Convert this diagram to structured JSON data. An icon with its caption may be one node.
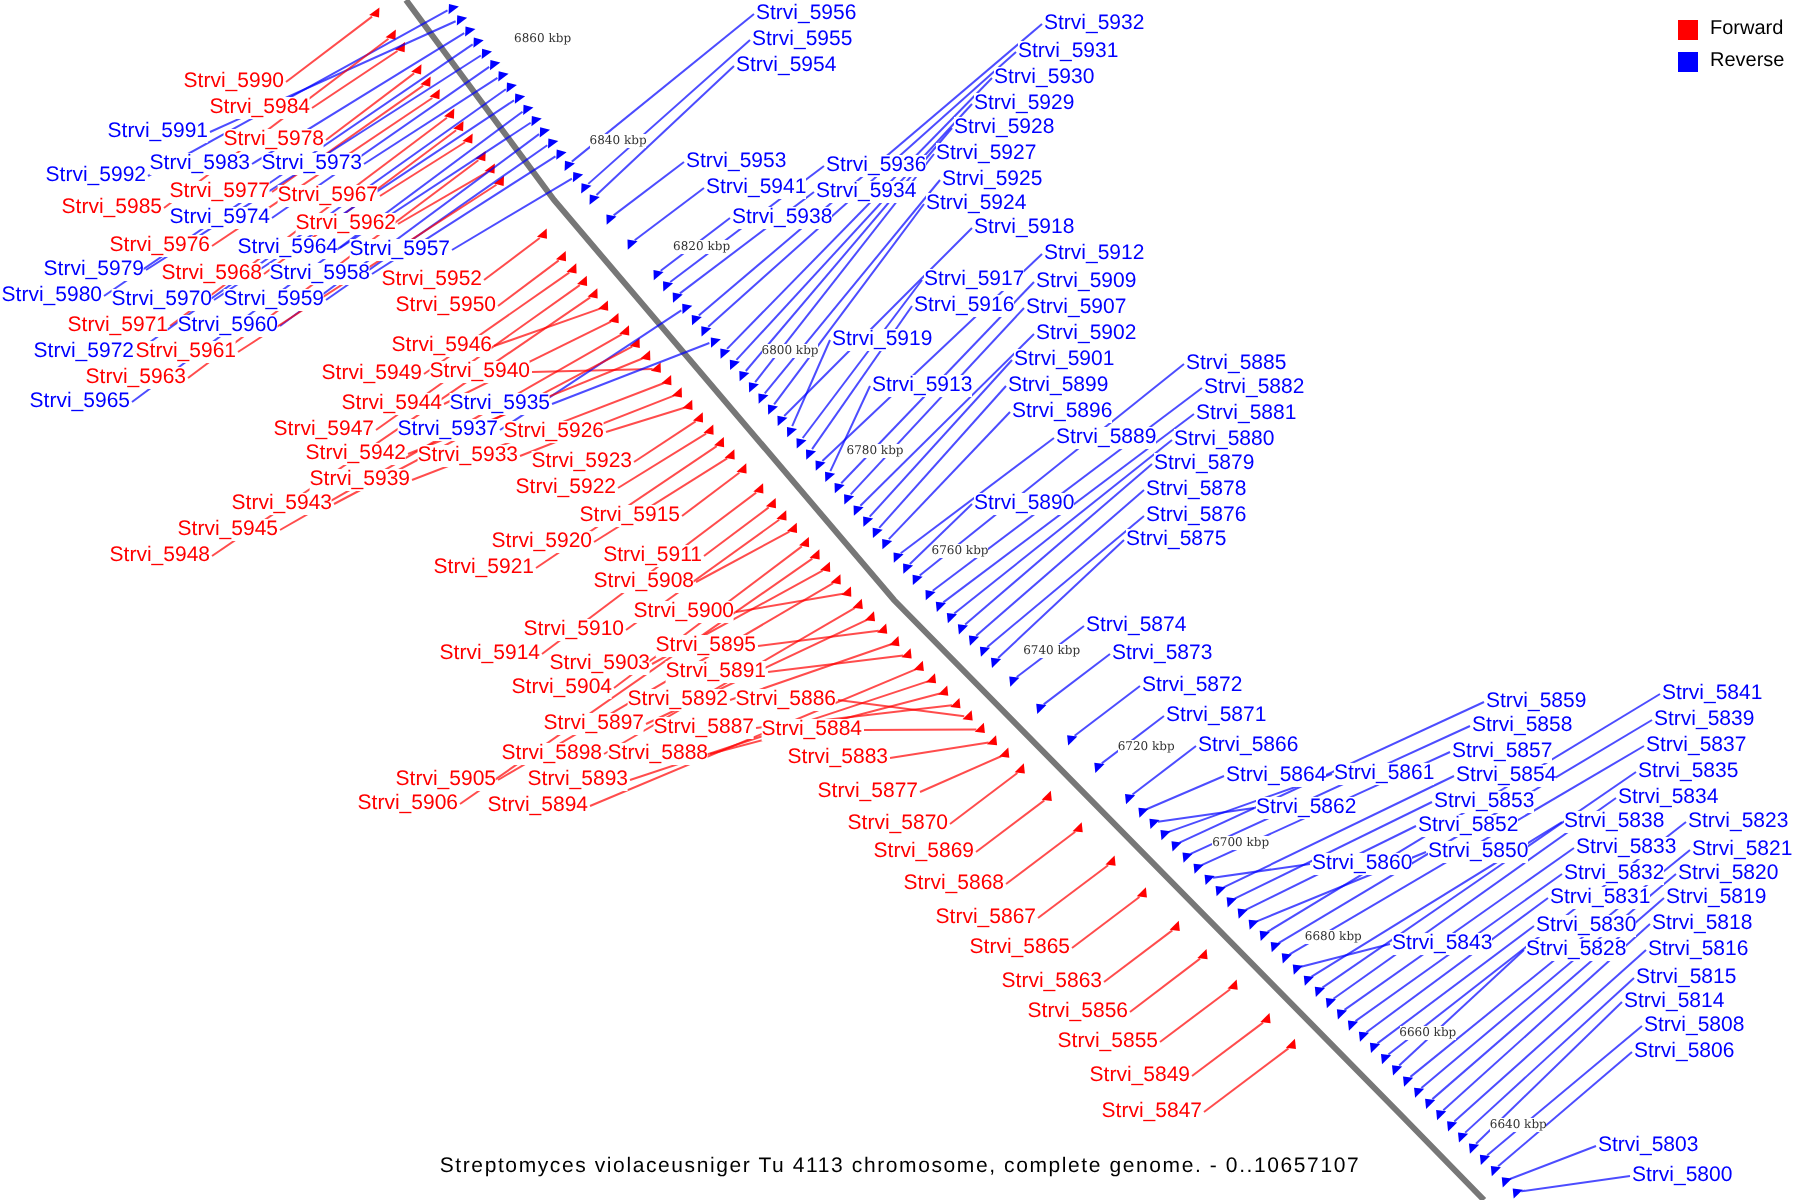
{
  "diagram": {
    "caption": "Streptomyces violaceusniger Tu 4113 chromosome, complete genome. - 0..10657107",
    "nodes": [
      {
        "text": [
          "Strvi_5990"
        ]
      },
      {
        "text": [
          "Strvi_5984"
        ]
      },
      {
        "text": [
          "Strvi_5991"
        ]
      },
      {
        "text": [
          "Strvi_5978"
        ]
      },
      {
        "text": [
          "Strvi_5983"
        ]
      },
      {
        "text": [
          "Strvi_5973"
        ]
      },
      {
        "text": [
          "Strvi_5992"
        ]
      },
      {
        "text": [
          "Strvi_5977"
        ]
      },
      {
        "text": [
          "Strvi_5967"
        ]
      },
      {
        "text": [
          "Strvi_5985"
        ]
      },
      {
        "text": [
          "Strvi_5974"
        ]
      },
      {
        "text": [
          "Strvi_5962"
        ]
      },
      {
        "text": [
          "Strvi_5976"
        ]
      },
      {
        "text": [
          "Strvi_5964"
        ]
      },
      {
        "text": [
          "Strvi_5957"
        ]
      },
      {
        "text": [
          "Strvi_5979"
        ]
      },
      {
        "text": [
          "Strvi_5968"
        ]
      },
      {
        "text": [
          "Strvi_5958"
        ]
      },
      {
        "text": [
          "Strvi_5952"
        ]
      },
      {
        "text": [
          "Strvi_5980"
        ]
      },
      {
        "text": [
          "Strvi_5970"
        ]
      },
      {
        "text": [
          "Strvi_5959"
        ]
      },
      {
        "text": [
          "Strvi_5950"
        ]
      },
      {
        "text": [
          "Strvi_5971"
        ]
      },
      {
        "text": [
          "Strvi_5960"
        ]
      },
      {
        "text": [
          "Strvi_5946"
        ]
      },
      {
        "text": [
          "Strvi_5972"
        ]
      },
      {
        "text": [
          "Strvi_5961"
        ]
      },
      {
        "text": [
          "Strvi_5949"
        ]
      },
      {
        "text": [
          "Strvi_5940"
        ]
      },
      {
        "text": [
          "Strvi_5963"
        ]
      },
      {
        "text": [
          "Strvi_5965"
        ]
      },
      {
        "text": [
          "Strvi_5944"
        ]
      },
      {
        "text": [
          "Strvi_5935"
        ]
      },
      {
        "text": [
          "Strvi_5947"
        ]
      },
      {
        "text": [
          "Strvi_5937"
        ]
      },
      {
        "text": [
          "Strvi_5926"
        ]
      },
      {
        "text": [
          "Strvi_5942"
        ]
      },
      {
        "text": [
          "Strvi_5933"
        ]
      },
      {
        "text": [
          "Strvi_5923"
        ]
      },
      {
        "text": [
          "Strvi_5939"
        ]
      },
      {
        "text": [
          "Strvi_5922"
        ]
      },
      {
        "text": [
          "Strvi_5943"
        ]
      },
      {
        "text": [
          "Strvi_5915"
        ]
      },
      {
        "text": [
          "Strvi_5945"
        ]
      },
      {
        "text": [
          "Strvi_5920"
        ]
      },
      {
        "text": [
          "Strvi_5948"
        ]
      },
      {
        "text": [
          "Strvi_5911"
        ]
      },
      {
        "text": [
          "Strvi_5921"
        ]
      },
      {
        "text": [
          "Strvi_5908"
        ]
      },
      {
        "text": [
          "Strvi_5900"
        ]
      },
      {
        "text": [
          "Strvi_5910"
        ]
      },
      {
        "text": [
          "Strvi_5895"
        ]
      },
      {
        "text": [
          "Strvi_5914"
        ]
      },
      {
        "text": [
          "Strvi_5903"
        ]
      },
      {
        "text": [
          "Strvi_5891"
        ]
      },
      {
        "text": [
          "Strvi_5904"
        ]
      },
      {
        "text": [
          "Strvi_5892"
        ]
      },
      {
        "text": [
          "Strvi_5886"
        ]
      },
      {
        "text": [
          "Strvi_5897"
        ]
      },
      {
        "text": [
          "Strvi_5887"
        ]
      },
      {
        "text": [
          "Strvi_5884"
        ]
      },
      {
        "text": [
          "Strvi_5898"
        ]
      },
      {
        "text": [
          "Strvi_5888"
        ]
      },
      {
        "text": [
          "Strvi_5883"
        ]
      },
      {
        "text": [
          "Strvi_5905"
        ]
      },
      {
        "text": [
          "Strvi_5893"
        ]
      },
      {
        "text": [
          "Strvi_5877"
        ]
      },
      {
        "text": [
          "Strvi_5906"
        ]
      },
      {
        "text": [
          "Strvi_5894"
        ]
      },
      {
        "text": [
          "Strvi_5870"
        ]
      },
      {
        "text": [
          "Strvi_5869"
        ]
      },
      {
        "text": [
          "Strvi_5868"
        ]
      },
      {
        "text": [
          "Strvi_5867"
        ]
      },
      {
        "text": [
          "Strvi_5865"
        ]
      },
      {
        "text": [
          "Strvi_5863"
        ]
      },
      {
        "text": [
          "Strvi_5856"
        ]
      },
      {
        "text": [
          "Strvi_5855"
        ]
      },
      {
        "text": [
          "Strvi_5849"
        ]
      },
      {
        "text": [
          "Strvi_5847"
        ]
      },
      {
        "text": [
          "Strvi_5956"
        ]
      },
      {
        "text": [
          "Strvi_5955"
        ]
      },
      {
        "text": [
          "Strvi_5954"
        ]
      },
      {
        "text": [
          "Strvi_5932"
        ]
      },
      {
        "text": [
          "Strvi_5931"
        ]
      },
      {
        "text": [
          "Strvi_5930"
        ]
      },
      {
        "text": [
          "Strvi_5929"
        ]
      },
      {
        "text": [
          "Strvi_5928"
        ]
      },
      {
        "text": [
          "Strvi_5927"
        ]
      },
      {
        "text": [
          "Strvi_5953"
        ]
      },
      {
        "text": [
          "Strvi_5936"
        ]
      },
      {
        "text": [
          "Strvi_5925"
        ]
      },
      {
        "text": [
          "Strvi_5941"
        ]
      },
      {
        "text": [
          "Strvi_5934"
        ]
      },
      {
        "text": [
          "Strvi_5924"
        ]
      },
      {
        "text": [
          "Strvi_5938"
        ]
      },
      {
        "text": [
          "Strvi_5918"
        ]
      },
      {
        "text": [
          "Strvi_5912"
        ]
      },
      {
        "text": [
          "Strvi_5917"
        ]
      },
      {
        "text": [
          "Strvi_5909"
        ]
      },
      {
        "text": [
          "Strvi_5916"
        ]
      },
      {
        "text": [
          "Strvi_5907"
        ]
      },
      {
        "text": [
          "Strvi_5902"
        ]
      },
      {
        "text": [
          "Strvi_5919"
        ]
      },
      {
        "text": [
          "Strvi_5901"
        ]
      },
      {
        "text": [
          "Strvi_5885"
        ]
      },
      {
        "text": [
          "Strvi_5913"
        ]
      },
      {
        "text": [
          "Strvi_5899"
        ]
      },
      {
        "text": [
          "Strvi_5882"
        ]
      },
      {
        "text": [
          "Strvi_5896"
        ]
      },
      {
        "text": [
          "Strvi_5881"
        ]
      },
      {
        "text": [
          "Strvi_5889"
        ]
      },
      {
        "text": [
          "Strvi_5880"
        ]
      },
      {
        "text": [
          "Strvi_5879"
        ]
      },
      {
        "text": [
          "Strvi_5878"
        ]
      },
      {
        "text": [
          "Strvi_5890"
        ]
      },
      {
        "text": [
          "Strvi_5876"
        ]
      },
      {
        "text": [
          "Strvi_5875"
        ]
      },
      {
        "text": [
          "Strvi_5874"
        ]
      },
      {
        "text": [
          "Strvi_5873"
        ]
      },
      {
        "text": [
          "Strvi_5872"
        ]
      },
      {
        "text": [
          "Strvi_5841"
        ]
      },
      {
        "text": [
          "Strvi_5859"
        ]
      },
      {
        "text": [
          "Strvi_5871"
        ]
      },
      {
        "text": [
          "Strvi_5839"
        ]
      },
      {
        "text": [
          "Strvi_5858"
        ]
      },
      {
        "text": [
          "Strvi_5866"
        ]
      },
      {
        "text": [
          "Strvi_5837"
        ]
      },
      {
        "text": [
          "Strvi_5857"
        ]
      },
      {
        "text": [
          "Strvi_5835"
        ]
      },
      {
        "text": [
          "Strvi_5864"
        ]
      },
      {
        "text": [
          "Strvi_5861"
        ]
      },
      {
        "text": [
          "Strvi_5854"
        ]
      },
      {
        "text": [
          "Strvi_5834"
        ]
      },
      {
        "text": [
          "Strvi_5853"
        ]
      },
      {
        "text": [
          "Strvi_5862"
        ]
      },
      {
        "text": [
          "Strvi_5838"
        ]
      },
      {
        "text": [
          "Strvi_5823"
        ]
      },
      {
        "text": [
          "Strvi_5852"
        ]
      },
      {
        "text": [
          "Strvi_5833"
        ]
      },
      {
        "text": [
          "Strvi_5821"
        ]
      },
      {
        "text": [
          "Strvi_5850"
        ]
      },
      {
        "text": [
          "Strvi_5860"
        ]
      },
      {
        "text": [
          "Strvi_5832"
        ]
      },
      {
        "text": [
          "Strvi_5820"
        ]
      },
      {
        "text": [
          "Strvi_5831"
        ]
      },
      {
        "text": [
          "Strvi_5819"
        ]
      },
      {
        "text": [
          "Strvi_5830"
        ]
      },
      {
        "text": [
          "Strvi_5818"
        ]
      },
      {
        "text": [
          "Strvi_5843"
        ]
      },
      {
        "text": [
          "Strvi_5828"
        ]
      },
      {
        "text": [
          "Strvi_5816"
        ]
      },
      {
        "text": [
          "Strvi_5815"
        ]
      },
      {
        "text": [
          "Strvi_5814"
        ]
      },
      {
        "text": [
          "Strvi_5808"
        ]
      },
      {
        "text": [
          "Strvi_5806"
        ]
      },
      {
        "text": [
          "Strvi_5803"
        ]
      },
      {
        "text": [
          "Strvi_5800"
        ]
      },
      {
        "text": [],
        "shape": "triangle"
      },
      {
        "text": [],
        "shape": "triangle"
      },
      {
        "text": [],
        "shape": "triangle"
      },
      {
        "text": [],
        "shape": "triangle"
      },
      {
        "text": [],
        "shape": "triangle"
      },
      {
        "text": [],
        "shape": "triangle"
      },
      {
        "text": [],
        "shape": "triangle"
      },
      {
        "text": [],
        "shape": "triangle"
      },
      {
        "text": [],
        "shape": "triangle"
      },
      {
        "text": [],
        "shape": "triangle"
      },
      {
        "text": [],
        "shape": "triangle"
      },
      {
        "text": [],
        "shape": "triangle"
      },
      {
        "text": [],
        "shape": "triangle"
      },
      {
        "text": [],
        "shape": "triangle"
      },
      {
        "text": [],
        "shape": "triangle"
      },
      {
        "text": [],
        "shape": "triangle"
      },
      {
        "text": [],
        "shape": "triangle"
      },
      {
        "text": [],
        "shape": "triangle"
      },
      {
        "text": [],
        "shape": "triangle"
      },
      {
        "text": [],
        "shape": "triangle"
      },
      {
        "text": [],
        "shape": "triangle"
      },
      {
        "text": [],
        "shape": "triangle"
      },
      {
        "text": [],
        "shape": "triangle"
      },
      {
        "text": [],
        "shape": "triangle"
      },
      {
        "text": [],
        "shape": "triangle"
      },
      {
        "text": [],
        "shape": "triangle"
      },
      {
        "text": [],
        "shape": "triangle"
      },
      {
        "text": [],
        "shape": "triangle"
      },
      {
        "text": [],
        "shape": "triangle"
      },
      {
        "text": [],
        "shape": "triangle"
      },
      {
        "text": [],
        "shape": "triangle"
      },
      {
        "text": [],
        "shape": "triangle"
      },
      {
        "text": [],
        "shape": "triangle"
      },
      {
        "text": [],
        "shape": "triangle"
      },
      {
        "text": [],
        "shape": "triangle"
      },
      {
        "text": [],
        "shape": "triangle"
      },
      {
        "text": [],
        "shape": "triangle"
      },
      {
        "text": [],
        "shape": "triangle"
      },
      {
        "text": [],
        "shape": "triangle"
      },
      {
        "text": [],
        "shape": "triangle"
      },
      {
        "text": [],
        "shape": "triangle"
      },
      {
        "text": [],
        "shape": "triangle"
      },
      {
        "text": [],
        "shape": "triangle"
      },
      {
        "text": [],
        "shape": "triangle"
      },
      {
        "text": [],
        "shape": "triangle"
      },
      {
        "text": [],
        "shape": "triangle"
      },
      {
        "text": [],
        "shape": "triangle"
      },
      {
        "text": [],
        "shape": "triangle"
      },
      {
        "text": [],
        "shape": "triangle"
      },
      {
        "text": [],
        "shape": "triangle"
      },
      {
        "text": [],
        "shape": "triangle"
      },
      {
        "text": [],
        "shape": "triangle"
      },
      {
        "text": [],
        "shape": "triangle"
      },
      {
        "text": [],
        "shape": "triangle"
      },
      {
        "text": [],
        "shape": "triangle"
      },
      {
        "text": [],
        "shape": "triangle"
      },
      {
        "text": [],
        "shape": "triangle"
      },
      {
        "text": [],
        "shape": "triangle"
      },
      {
        "text": [],
        "shape": "triangle"
      },
      {
        "text": [],
        "shape": "triangle"
      },
      {
        "text": [],
        "shape": "triangle"
      },
      {
        "text": [],
        "shape": "triangle"
      },
      {
        "text": [],
        "shape": "triangle"
      },
      {
        "text": [],
        "shape": "triangle"
      },
      {
        "text": [],
        "shape": "triangle"
      },
      {
        "text": [],
        "shape": "triangle"
      },
      {
        "text": [],
        "shape": "triangle"
      },
      {
        "text": [],
        "shape": "triangle"
      },
      {
        "text": [],
        "shape": "triangle"
      },
      {
        "text": [],
        "shape": "triangle"
      },
      {
        "text": [],
        "shape": "triangle"
      },
      {
        "text": [],
        "shape": "triangle"
      },
      {
        "text": [],
        "shape": "triangle"
      },
      {
        "text": [],
        "shape": "triangle"
      },
      {
        "text": [],
        "shape": "triangle"
      },
      {
        "text": [],
        "shape": "triangle"
      },
      {
        "text": [],
        "shape": "triangle"
      },
      {
        "text": [],
        "shape": "triangle"
      },
      {
        "text": [],
        "shape": "triangle"
      },
      {
        "text": [],
        "shape": "triangle"
      },
      {
        "text": [],
        "shape": "triangle"
      },
      {
        "text": [],
        "shape": "triangle"
      },
      {
        "text": [],
        "shape": "triangle"
      },
      {
        "text": [],
        "shape": "triangle"
      },
      {
        "text": [],
        "shape": "triangle"
      },
      {
        "text": [],
        "shape": "triangle"
      },
      {
        "text": [],
        "shape": "triangle"
      },
      {
        "text": [],
        "shape": "triangle"
      },
      {
        "text": [],
        "shape": "triangle"
      },
      {
        "text": [],
        "shape": "triangle"
      },
      {
        "text": [],
        "shape": "triangle"
      },
      {
        "text": [],
        "shape": "triangle"
      },
      {
        "text": [],
        "shape": "triangle"
      },
      {
        "text": [],
        "shape": "triangle"
      },
      {
        "text": [],
        "shape": "triangle"
      },
      {
        "text": [],
        "shape": "triangle"
      },
      {
        "text": [],
        "shape": "triangle"
      },
      {
        "text": [],
        "shape": "triangle"
      },
      {
        "text": [],
        "shape": "triangle"
      },
      {
        "text": [],
        "shape": "triangle"
      },
      {
        "text": [],
        "shape": "triangle"
      },
      {
        "text": [],
        "shape": "triangle"
      },
      {
        "text": [],
        "shape": "triangle"
      },
      {
        "text": [],
        "shape": "triangle"
      },
      {
        "text": [],
        "shape": "triangle"
      },
      {
        "text": [],
        "shape": "triangle"
      },
      {
        "text": [],
        "shape": "triangle"
      },
      {
        "text": [],
        "shape": "triangle"
      },
      {
        "text": [],
        "shape": "triangle"
      },
      {
        "text": [],
        "shape": "triangle"
      },
      {
        "text": [],
        "shape": "triangle"
      },
      {
        "text": [],
        "shape": "triangle"
      },
      {
        "text": [],
        "shape": "triangle"
      },
      {
        "text": [],
        "shape": "triangle"
      },
      {
        "text": [],
        "shape": "triangle"
      },
      {
        "text": [],
        "shape": "triangle"
      },
      {
        "text": [],
        "shape": "triangle"
      },
      {
        "text": [],
        "shape": "triangle"
      },
      {
        "text": [],
        "shape": "triangle"
      },
      {
        "text": [],
        "shape": "triangle"
      },
      {
        "text": [],
        "shape": "triangle"
      },
      {
        "text": [],
        "shape": "triangle"
      },
      {
        "text": [],
        "shape": "triangle"
      },
      {
        "text": [],
        "shape": "triangle"
      },
      {
        "text": [],
        "shape": "triangle"
      },
      {
        "text": [],
        "shape": "triangle"
      },
      {
        "text": [],
        "shape": "triangle"
      },
      {
        "text": [],
        "shape": "triangle"
      },
      {
        "text": [],
        "shape": "triangle"
      },
      {
        "text": [],
        "shape": "triangle"
      },
      {
        "text": [],
        "shape": "triangle"
      },
      {
        "text": [],
        "shape": "triangle"
      },
      {
        "text": [],
        "shape": "triangle"
      },
      {
        "text": [],
        "shape": "triangle"
      },
      {
        "text": [],
        "shape": "triangle"
      },
      {
        "text": [],
        "shape": "triangle"
      },
      {
        "text": [],
        "shape": "triangle"
      },
      {
        "text": [],
        "shape": "triangle"
      },
      {
        "text": [],
        "shape": "triangle"
      },
      {
        "text": [],
        "shape": "triangle"
      },
      {
        "text": [],
        "shape": "triangle"
      },
      {
        "text": [],
        "shape": "triangle"
      },
      {
        "text": [],
        "shape": "triangle"
      },
      {
        "text": [],
        "shape": "triangle"
      },
      {
        "text": [],
        "shape": "triangle"
      },
      {
        "text": [],
        "shape": "triangle"
      },
      {
        "text": [],
        "shape": "triangle"
      },
      {
        "text": [],
        "shape": "triangle"
      },
      {
        "text": [],
        "shape": "triangle"
      },
      {
        "text": [],
        "shape": "triangle"
      },
      {
        "text": [],
        "shape": "triangle"
      },
      {
        "text": [],
        "shape": "triangle"
      },
      {
        "text": [],
        "shape": "triangle"
      },
      {
        "text": [],
        "shape": "triangle"
      },
      {
        "text": [],
        "shape": "triangle"
      },
      {
        "text": [],
        "shape": "triangle"
      },
      {
        "text": [],
        "shape": "triangle"
      },
      {
        "text": [],
        "shape": "triangle"
      }
    ],
    "edges": [
      {
        "from": 0,
        "to": 158,
        "arrow": "none",
        "color": "#ff0000"
      },
      {
        "from": 1,
        "to": 159,
        "arrow": "none",
        "color": "#ff0000"
      },
      {
        "from": 2,
        "to": 160,
        "arrow": "none"
      },
      {
        "from": 3,
        "to": 161,
        "arrow": "none",
        "color": "#ff0000"
      },
      {
        "from": 4,
        "to": 162,
        "arrow": "none"
      },
      {
        "from": 5,
        "to": 163,
        "arrow": "none"
      },
      {
        "from": 6,
        "to": 164,
        "arrow": "none"
      },
      {
        "from": 7,
        "to": 165,
        "arrow": "none",
        "color": "#ff0000"
      },
      {
        "from": 8,
        "to": 166,
        "arrow": "none",
        "color": "#ff0000"
      },
      {
        "from": 9,
        "to": 167,
        "arrow": "none",
        "color": "#ff0000"
      },
      {
        "from": 10,
        "to": 168,
        "arrow": "none"
      },
      {
        "from": 11,
        "to": 169,
        "arrow": "none",
        "color": "#ff0000"
      },
      {
        "from": 12,
        "to": 170,
        "arrow": "none",
        "color": "#ff0000"
      },
      {
        "from": 13,
        "to": 171,
        "arrow": "none"
      },
      {
        "from": 14,
        "to": 172,
        "arrow": "none"
      },
      {
        "from": 15,
        "to": 173,
        "arrow": "none"
      },
      {
        "from": 16,
        "to": 174,
        "arrow": "none",
        "color": "#ff0000"
      },
      {
        "from": 17,
        "to": 175,
        "arrow": "none"
      },
      {
        "from": 18,
        "to": 176,
        "arrow": "none",
        "color": "#ff0000"
      },
      {
        "from": 19,
        "to": 177,
        "arrow": "none"
      },
      {
        "from": 20,
        "to": 178,
        "arrow": "none"
      },
      {
        "from": 21,
        "to": 179,
        "arrow": "none"
      },
      {
        "from": 22,
        "to": 180,
        "arrow": "none",
        "color": "#ff0000"
      },
      {
        "from": 23,
        "to": 181,
        "arrow": "none",
        "color": "#ff0000"
      },
      {
        "from": 24,
        "to": 182,
        "arrow": "none"
      },
      {
        "from": 25,
        "to": 183,
        "arrow": "none",
        "color": "#ff0000"
      },
      {
        "from": 26,
        "to": 184,
        "arrow": "none"
      },
      {
        "from": 27,
        "to": 185,
        "arrow": "none",
        "color": "#ff0000"
      },
      {
        "from": 28,
        "to": 186,
        "arrow": "none",
        "color": "#ff0000"
      },
      {
        "from": 29,
        "to": 187,
        "arrow": "none",
        "color": "#ff0000"
      },
      {
        "from": 30,
        "to": 188,
        "arrow": "none",
        "color": "#ff0000"
      },
      {
        "from": 31,
        "to": 189,
        "arrow": "none"
      },
      {
        "from": 32,
        "to": 190,
        "arrow": "none",
        "color": "#ff0000"
      },
      {
        "from": 33,
        "to": 191,
        "arrow": "none"
      },
      {
        "from": 34,
        "to": 192,
        "arrow": "none",
        "color": "#ff0000"
      },
      {
        "from": 35,
        "to": 193,
        "arrow": "none"
      },
      {
        "from": 36,
        "to": 194,
        "arrow": "none",
        "color": "#ff0000"
      },
      {
        "from": 37,
        "to": 195,
        "arrow": "none",
        "color": "#ff0000"
      },
      {
        "from": 38,
        "to": 196,
        "arrow": "none",
        "color": "#ff0000"
      },
      {
        "from": 39,
        "to": 197,
        "arrow": "none",
        "color": "#ff0000"
      },
      {
        "from": 40,
        "to": 198,
        "arrow": "none",
        "color": "#ff0000"
      },
      {
        "from": 41,
        "to": 199,
        "arrow": "none",
        "color": "#ff0000"
      },
      {
        "from": 42,
        "to": 200,
        "arrow": "none",
        "color": "#ff0000"
      },
      {
        "from": 43,
        "to": 201,
        "arrow": "none",
        "color": "#ff0000"
      },
      {
        "from": 44,
        "to": 202,
        "arrow": "none",
        "color": "#ff0000"
      },
      {
        "from": 45,
        "to": 203,
        "arrow": "none",
        "color": "#ff0000"
      },
      {
        "from": 46,
        "to": 204,
        "arrow": "none",
        "color": "#ff0000"
      },
      {
        "from": 47,
        "to": 205,
        "arrow": "none",
        "color": "#ff0000"
      },
      {
        "from": 48,
        "to": 206,
        "arrow": "none",
        "color": "#ff0000"
      },
      {
        "from": 49,
        "to": 207,
        "arrow": "none",
        "color": "#ff0000"
      },
      {
        "from": 50,
        "to": 208,
        "arrow": "none",
        "color": "#ff0000"
      },
      {
        "from": 51,
        "to": 209,
        "arrow": "none",
        "color": "#ff0000"
      },
      {
        "from": 52,
        "to": 210,
        "arrow": "none",
        "color": "#ff0000"
      },
      {
        "from": 53,
        "to": 211,
        "arrow": "none",
        "color": "#ff0000"
      },
      {
        "from": 54,
        "to": 212,
        "arrow": "none",
        "color": "#ff0000"
      },
      {
        "from": 55,
        "to": 213,
        "arrow": "none",
        "color": "#ff0000"
      },
      {
        "from": 56,
        "to": 214,
        "arrow": "none",
        "color": "#ff0000"
      },
      {
        "from": 57,
        "to": 215,
        "arrow": "none",
        "color": "#ff0000"
      },
      {
        "from": 58,
        "to": 216,
        "arrow": "none",
        "color": "#ff0000"
      },
      {
        "from": 59,
        "to": 217,
        "arrow": "none",
        "color": "#ff0000"
      },
      {
        "from": 60,
        "to": 218,
        "arrow": "none",
        "color": "#ff0000"
      },
      {
        "from": 61,
        "to": 219,
        "arrow": "none",
        "color": "#ff0000"
      },
      {
        "from": 62,
        "to": 220,
        "arrow": "none",
        "color": "#ff0000"
      },
      {
        "from": 63,
        "to": 221,
        "arrow": "none",
        "color": "#ff0000"
      },
      {
        "from": 64,
        "to": 222,
        "arrow": "none",
        "color": "#ff0000"
      },
      {
        "from": 65,
        "to": 223,
        "arrow": "none",
        "color": "#ff0000"
      },
      {
        "from": 66,
        "to": 224,
        "arrow": "none",
        "color": "#ff0000"
      },
      {
        "from": 67,
        "to": 225,
        "arrow": "none",
        "color": "#ff0000"
      },
      {
        "from": 68,
        "to": 226,
        "arrow": "none",
        "color": "#ff0000"
      },
      {
        "from": 69,
        "to": 227,
        "arrow": "none",
        "color": "#ff0000"
      },
      {
        "from": 70,
        "to": 228,
        "arrow": "none",
        "color": "#ff0000"
      },
      {
        "from": 71,
        "to": 229,
        "arrow": "none",
        "color": "#ff0000"
      },
      {
        "from": 72,
        "to": 230,
        "arrow": "none",
        "color": "#ff0000"
      },
      {
        "from": 73,
        "to": 231,
        "arrow": "none",
        "color": "#ff0000"
      },
      {
        "from": 74,
        "to": 232,
        "arrow": "none",
        "color": "#ff0000"
      },
      {
        "from": 75,
        "to": 233,
        "arrow": "none",
        "color": "#ff0000"
      },
      {
        "from": 76,
        "to": 234,
        "arrow": "none",
        "color": "#ff0000"
      },
      {
        "from": 77,
        "to": 235,
        "arrow": "none",
        "color": "#ff0000"
      },
      {
        "from": 78,
        "to": 236,
        "arrow": "none",
        "color": "#ff0000"
      },
      {
        "from": 79,
        "to": 237,
        "arrow": "none",
        "color": "#ff0000"
      },
      {
        "from": 80,
        "to": 238,
        "arrow": "none"
      },
      {
        "from": 81,
        "to": 239,
        "arrow": "none"
      },
      {
        "from": 82,
        "to": 240,
        "arrow": "none"
      },
      {
        "from": 83,
        "to": 241,
        "arrow": "none"
      },
      {
        "from": 84,
        "to": 242,
        "arrow": "none"
      },
      {
        "from": 85,
        "to": 243,
        "arrow": "none"
      },
      {
        "from": 86,
        "to": 244,
        "arrow": "none"
      },
      {
        "from": 87,
        "to": 245,
        "arrow": "none"
      },
      {
        "from": 88,
        "to": 246,
        "arrow": "none"
      },
      {
        "from": 89,
        "to": 247,
        "arrow": "none"
      },
      {
        "from": 90,
        "to": 248,
        "arrow": "none"
      },
      {
        "from": 91,
        "to": 249,
        "arrow": "none"
      },
      {
        "from": 92,
        "to": 250,
        "arrow": "none"
      },
      {
        "from": 93,
        "to": 251,
        "arrow": "none"
      },
      {
        "from": 94,
        "to": 252,
        "arrow": "none"
      },
      {
        "from": 95,
        "to": 253,
        "arrow": "none"
      },
      {
        "from": 96,
        "to": 254,
        "arrow": "none"
      },
      {
        "from": 97,
        "to": 255,
        "arrow": "none"
      },
      {
        "from": 98,
        "to": 256,
        "arrow": "none"
      },
      {
        "from": 99,
        "to": 257,
        "arrow": "none"
      },
      {
        "from": 100,
        "to": 258,
        "arrow": "none"
      },
      {
        "from": 101,
        "to": 259,
        "arrow": "none"
      },
      {
        "from": 102,
        "to": 260,
        "arrow": "none"
      },
      {
        "from": 103,
        "to": 261,
        "arrow": "none"
      },
      {
        "from": 104,
        "to": 262,
        "arrow": "none"
      },
      {
        "from": 105,
        "to": 263,
        "arrow": "none"
      },
      {
        "from": 106,
        "to": 264,
        "arrow": "none"
      },
      {
        "from": 107,
        "to": 265,
        "arrow": "none"
      },
      {
        "from": 108,
        "to": 266,
        "arrow": "none"
      },
      {
        "from": 109,
        "to": 267,
        "arrow": "none"
      },
      {
        "from": 110,
        "to": 268,
        "arrow": "none"
      },
      {
        "from": 111,
        "to": 269,
        "arrow": "none"
      },
      {
        "from": 112,
        "to": 270,
        "arrow": "none"
      },
      {
        "from": 113,
        "to": 271,
        "arrow": "none"
      },
      {
        "from": 114,
        "to": 272,
        "arrow": "none"
      },
      {
        "from": 115,
        "to": 273,
        "arrow": "none"
      },
      {
        "from": 116,
        "to": 274,
        "arrow": "none"
      },
      {
        "from": 117,
        "to": 275,
        "arrow": "none"
      },
      {
        "from": 118,
        "to": 276,
        "arrow": "none"
      },
      {
        "from": 119,
        "to": 277,
        "arrow": "none"
      },
      {
        "from": 120,
        "to": 278,
        "arrow": "none"
      },
      {
        "from": 121,
        "to": 279,
        "arrow": "none"
      },
      {
        "from": 122,
        "to": 280,
        "arrow": "none"
      },
      {
        "from": 123,
        "to": 281,
        "arrow": "none"
      },
      {
        "from": 124,
        "to": 282,
        "arrow": "none"
      },
      {
        "from": 125,
        "to": 283,
        "arrow": "none"
      },
      {
        "from": 126,
        "to": 284,
        "arrow": "none"
      },
      {
        "from": 127,
        "to": 285,
        "arrow": "none"
      },
      {
        "from": 128,
        "to": 286,
        "arrow": "none"
      },
      {
        "from": 129,
        "to": 287,
        "arrow": "none"
      },
      {
        "from": 130,
        "to": 288,
        "arrow": "none"
      },
      {
        "from": 131,
        "to": 289,
        "arrow": "none"
      },
      {
        "from": 132,
        "to": 290,
        "arrow": "none"
      },
      {
        "from": 133,
        "to": 291,
        "arrow": "none"
      },
      {
        "from": 134,
        "to": 292,
        "arrow": "none"
      },
      {
        "from": 135,
        "to": 293,
        "arrow": "none"
      },
      {
        "from": 136,
        "to": 294,
        "arrow": "none"
      },
      {
        "from": 137,
        "to": 295,
        "arrow": "none"
      },
      {
        "from": 138,
        "to": 296,
        "arrow": "none"
      },
      {
        "from": 139,
        "to": 297,
        "arrow": "none"
      },
      {
        "from": 140,
        "to": 298,
        "arrow": "none"
      },
      {
        "from": 141,
        "to": 299,
        "arrow": "none"
      },
      {
        "from": 142,
        "to": 300,
        "arrow": "none"
      },
      {
        "from": 143,
        "to": 301,
        "arrow": "none"
      },
      {
        "from": 144,
        "to": 302,
        "arrow": "none"
      },
      {
        "from": 145,
        "to": 303,
        "arrow": "none"
      },
      {
        "from": 146,
        "to": 304,
        "arrow": "none"
      },
      {
        "from": 147,
        "to": 305,
        "arrow": "none"
      },
      {
        "from": 148,
        "to": 306,
        "arrow": "none"
      },
      {
        "from": 149,
        "to": 307,
        "arrow": "none"
      },
      {
        "from": 150,
        "to": 308,
        "arrow": "none"
      },
      {
        "from": 151,
        "to": 309,
        "arrow": "none"
      },
      {
        "from": 152,
        "to": 310,
        "arrow": "none"
      },
      {
        "from": 153,
        "to": 311,
        "arrow": "none"
      },
      {
        "from": 154,
        "to": 312,
        "arrow": "none"
      },
      {
        "from": 155,
        "to": 313,
        "arrow": "none"
      },
      {
        "from": 156,
        "to": 314,
        "arrow": "none"
      },
      {
        "from": 157,
        "to": 315,
        "arrow": "none"
      }
    ],
    "labels": [
      "6860 kbp",
      "6840 kbp",
      "6820 kbp",
      "6800 kbp",
      "6780 kbp",
      "6760 kbp",
      "6740 kbp",
      "6720 kbp",
      "6700 kbp",
      "6680 kbp",
      "6660 kbp",
      "6640 kbp"
    ],
    "legend": [
      {
        "text": "Forward",
        "color": "#ff0000"
      },
      {
        "text": "Reverse",
        "color": "#0000ff"
      }
    ]
  }
}
